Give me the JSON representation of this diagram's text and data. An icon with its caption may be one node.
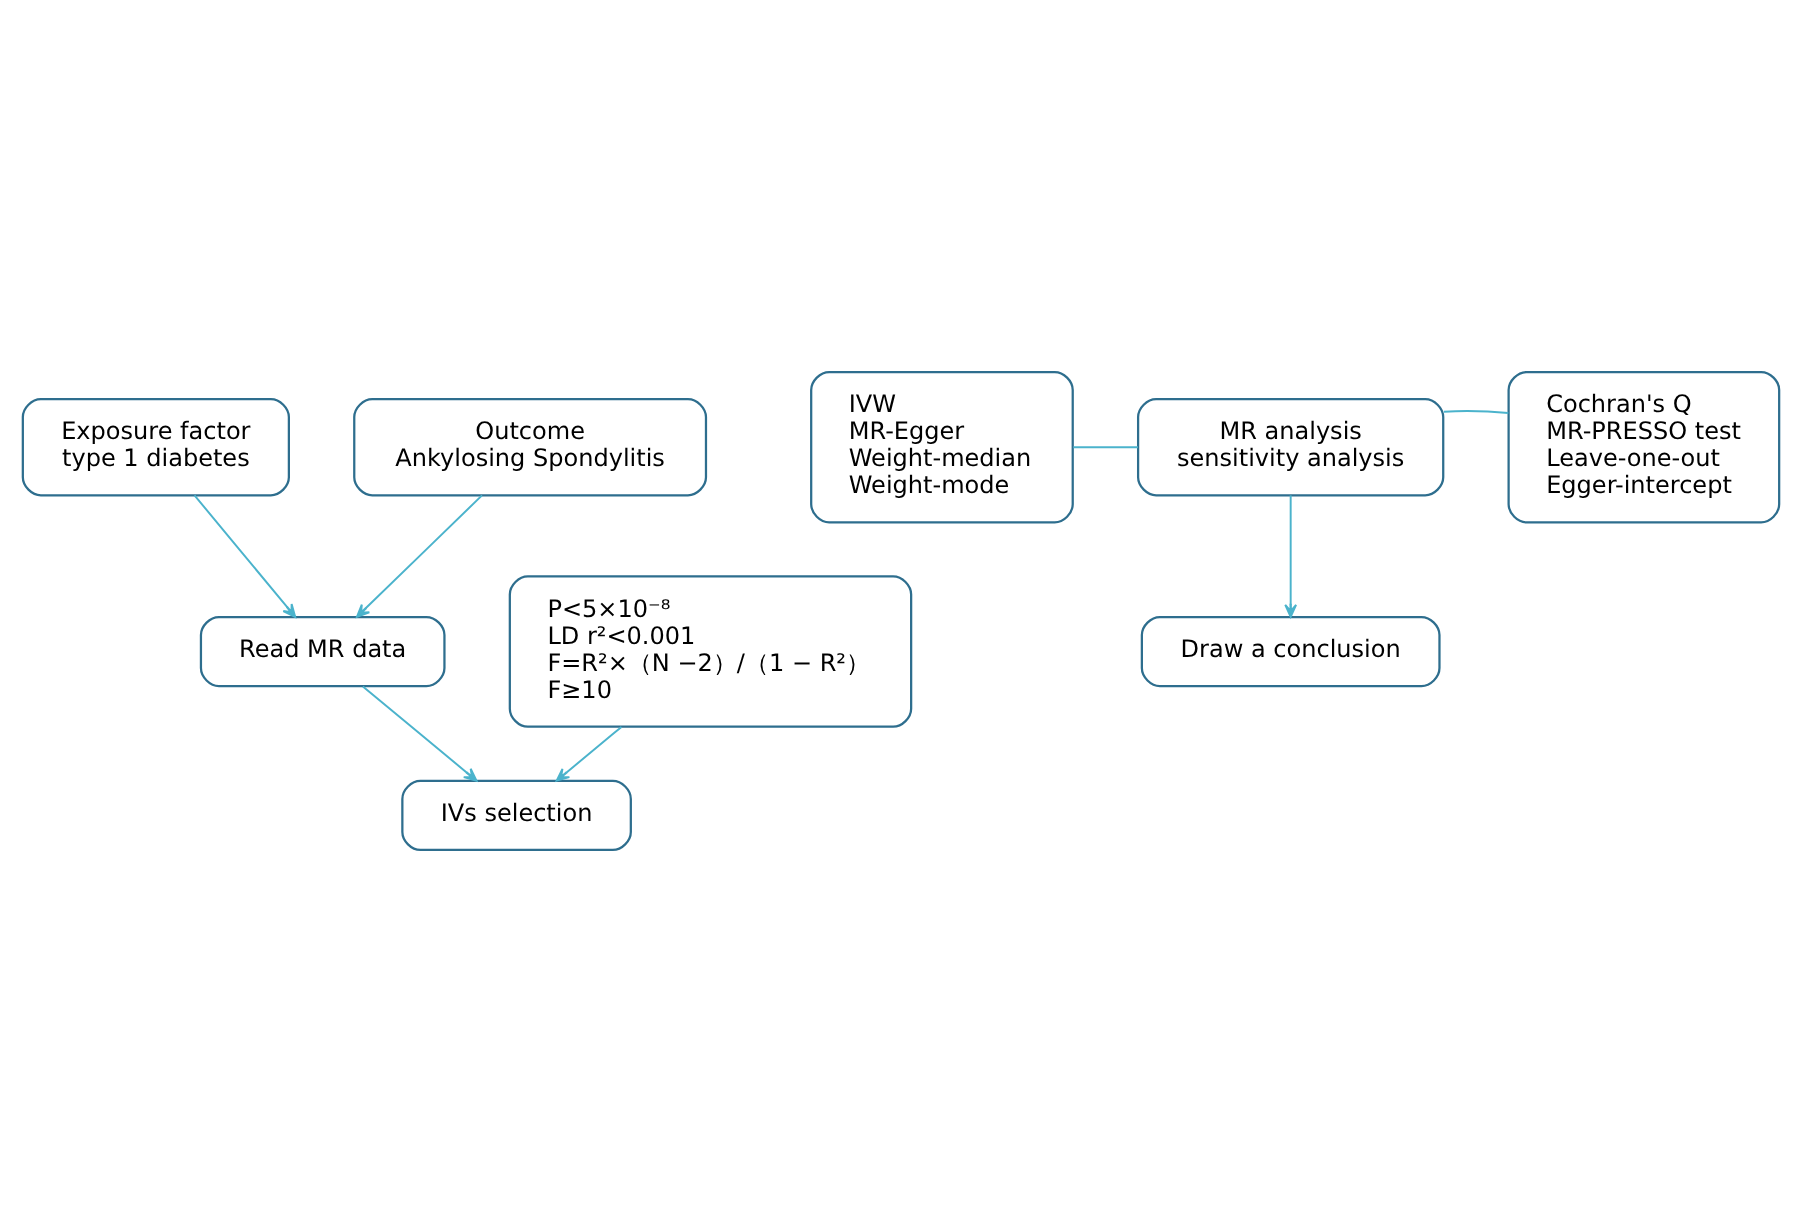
{
  "diagram": {
    "nodes": [
      {
        "text": [
          "Exposure factor",
          "type 1 diabetes"
        ]
      },
      {
        "text": [
          "Outcome",
          "Ankylosing Spondylitis"
        ]
      },
      {
        "text": [
          "Read MR data"
        ]
      },
      {
        "text": [
          "P<5×10⁻⁸",
          "LD r²<0.001",
          "F=R²×（N −2）/（1 − R²）",
          "F≥10"
        ]
      },
      {
        "text": [
          "IVs selection"
        ]
      },
      {
        "text": [
          "IVW",
          "MR-Egger",
          "Weight-median",
          "Weight-mode"
        ]
      },
      {
        "text": [
          "MR analysis",
          "sensitivity analysis"
        ]
      },
      {
        "text": [
          "Cochran's Q",
          "MR-PRESSO test",
          "Leave-one-out",
          "Egger-intercept"
        ]
      },
      {
        "text": [
          "Draw a conclusion"
        ]
      }
    ],
    "edges": [
      {
        "from": 0,
        "to": 2,
        "arrow": "to"
      },
      {
        "from": 1,
        "to": 2,
        "arrow": "to"
      },
      {
        "from": 2,
        "to": 4,
        "arrow": "to"
      },
      {
        "from": 3,
        "to": 4,
        "arrow": "to"
      },
      {
        "from": 5,
        "to": 6,
        "arrow": "none"
      },
      {
        "from": 7,
        "to": 6,
        "arrow": "none"
      },
      {
        "from": 6,
        "to": 8,
        "arrow": "to"
      }
    ]
  }
}
